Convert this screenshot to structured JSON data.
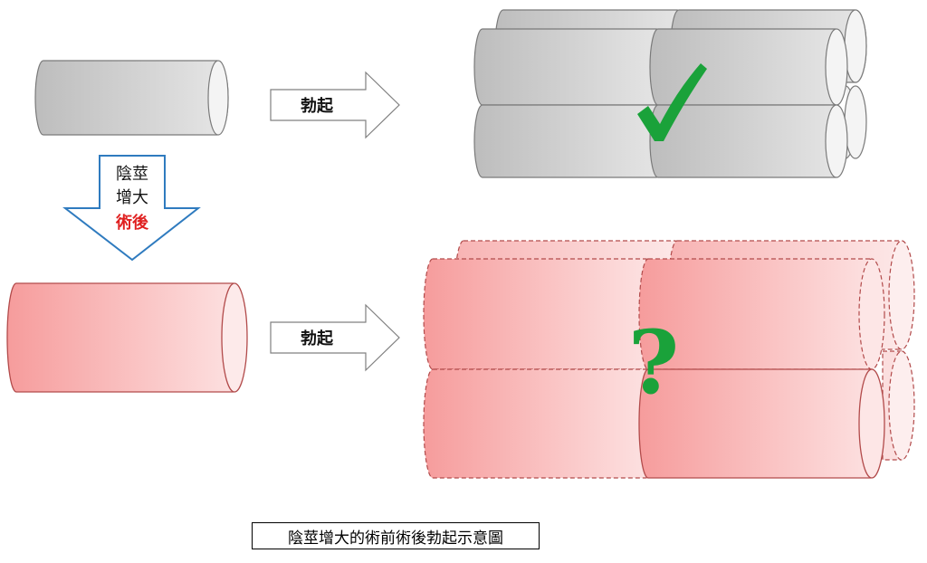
{
  "labels": {
    "erection_top": "勃起",
    "erection_bottom": "勃起",
    "surgery_line1": "陰莖",
    "surgery_line2": "增大",
    "surgery_line3": "術後",
    "check_mark": "✓",
    "question_mark": "?"
  },
  "caption": "陰莖增大的術前術後勃起示意圖",
  "colors": {
    "gray_edge": "#7a7a7a",
    "gray_light": "#f2f2f2",
    "gray_dark": "#b8b8b8",
    "red_edge": "#b24b4b",
    "red_dark": "#f49a9a",
    "red_light": "#fde6e6",
    "check_green": "#1aa23a",
    "question_green": "#1aa23a",
    "surgery_arrow_blue": "#2f7bbf",
    "surgery_red_text": "#e02020"
  }
}
